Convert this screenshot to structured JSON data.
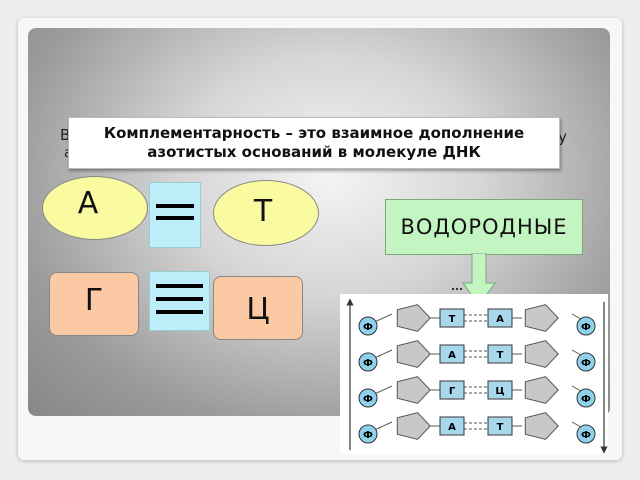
{
  "slide": {
    "title": {
      "line1": "Комплементарность – это взаимное дополнение",
      "line2": "азотистых оснований в молекуле ДНК"
    },
    "pairs": [
      {
        "left": "А",
        "right": "Т",
        "bond_lines": 2
      },
      {
        "left": "Г",
        "right": "Ц",
        "bond_lines": 3
      }
    ],
    "hydrogen_label": "ВОДОРОДНЫЕ",
    "dna": {
      "phosphate_label": "Ф",
      "rows": [
        {
          "left": "Т",
          "right": "А"
        },
        {
          "left": "А",
          "right": "Т"
        },
        {
          "left": "Г",
          "right": "Ц"
        },
        {
          "left": "А",
          "right": "Т"
        }
      ]
    }
  },
  "colors": {
    "ellipse_fill": "#fafaa0",
    "rect_fill": "#fbc9a4",
    "bond_fill": "#bdeefa",
    "hydrogen_fill": "#c2f5c2",
    "nucleotide_fill": "#a8d8ee",
    "phosphate_fill": "#8fd0ea",
    "sugar_fill": "#c8c8c8"
  }
}
